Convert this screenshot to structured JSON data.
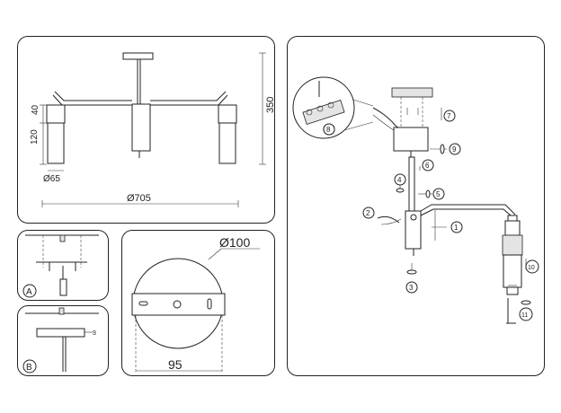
{
  "dimensions": {
    "height_total": "350",
    "canopy_height": "40",
    "shade_height": "120",
    "shade_diameter": "Ø65",
    "span_diameter": "Ø705",
    "plate_diameter": "Ø100",
    "plate_hole_spacing": "95"
  },
  "labels": {
    "detail_a": "A",
    "detail_b": "B",
    "b_arrow_text": "3"
  },
  "steps": [
    "1",
    "2",
    "3",
    "4",
    "5",
    "6",
    "7",
    "8",
    "9",
    "10",
    "11"
  ]
}
